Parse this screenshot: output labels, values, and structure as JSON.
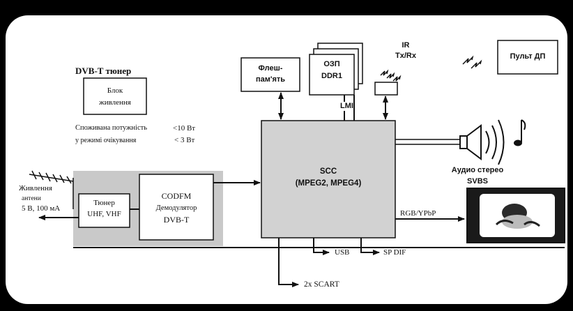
{
  "title": "DVB-T тюнер",
  "power_block": {
    "label_line1": "Блок",
    "label_line2": "живлення"
  },
  "consumption": {
    "line1_label": "Споживана потужність",
    "line1_value": "<10 Вт",
    "line2_label": "у режимі очікування",
    "line2_value": "< 3 Вт"
  },
  "antenna": {
    "line1": "Живлення",
    "line2": "антени",
    "line3": "5 В, 100 мА"
  },
  "tuner": {
    "line1": "Тюнер",
    "line2": "UHF, VHF"
  },
  "demod": {
    "line1": "CODFM",
    "line2": "Демодулятор",
    "line3": "DVB-T"
  },
  "flash": {
    "line1": "Флеш-",
    "line2": "пам'ять"
  },
  "ram": {
    "line1": "ОЗП",
    "line2": "DDR1"
  },
  "lmi": "LMI",
  "ir": {
    "line1": "IR",
    "line2": "Tx/Rx"
  },
  "remote": "Пульт ДП",
  "scc": {
    "line1": "SCC",
    "line2": "(MPEG2, MPEG4)"
  },
  "audio": {
    "line1": "Аудио стерео",
    "line2": "SVBS"
  },
  "rgb": "RGB/YPbP",
  "usb": "USB",
  "spdif": "SP DIF",
  "scart": "2x SCART",
  "colors": {
    "background": "#000000",
    "panel": "#ffffff",
    "shade": "#c9c9c9",
    "scc_fill": "#d2d2d2",
    "line": "#111111"
  }
}
